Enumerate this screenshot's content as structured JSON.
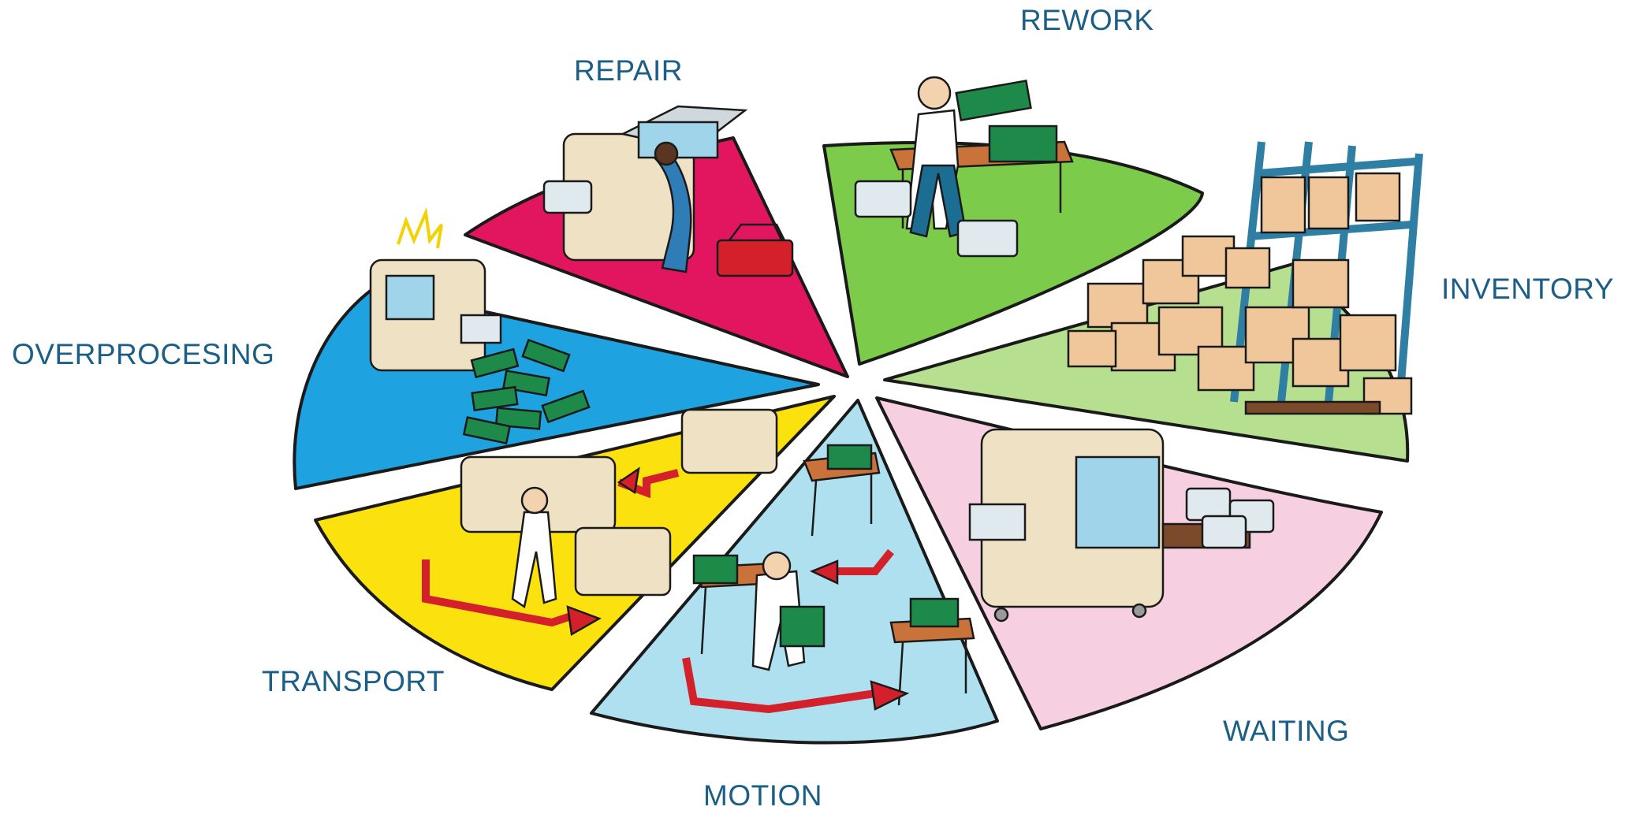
{
  "colors": {
    "label": "#1b5e86",
    "outline": "#1a1a1a",
    "repair": "#e2165e",
    "rework": "#7ccb4a",
    "inventory": "#b6e08f",
    "waiting": "#f6cfe0",
    "motion": "#aee0ef",
    "transport": "#fbe20f",
    "overprocessing": "#1fa3e0",
    "machine_body": "#efe1c3",
    "box": "#f0c79a",
    "pcb": "#1e8a4a",
    "arrow": "#d3202a",
    "table": "#c9733a",
    "rack": "#2e7fa3"
  },
  "wastes": [
    {
      "id": "rework",
      "label": "REWORK",
      "icon": "worker-at-table-icon"
    },
    {
      "id": "repair",
      "label": "REPAIR",
      "icon": "machine-repair-icon"
    },
    {
      "id": "inventory",
      "label": "INVENTORY",
      "icon": "stacked-boxes-rack-icon"
    },
    {
      "id": "overprocessing",
      "label": "OVERPROCESING",
      "icon": "machine-overproduction-icon"
    },
    {
      "id": "transport",
      "label": "TRANSPORT",
      "icon": "transport-arrows-icon"
    },
    {
      "id": "waiting",
      "label": "WAITING",
      "icon": "idle-machine-icon"
    },
    {
      "id": "motion",
      "label": "MOTION",
      "icon": "carrying-worker-icon"
    }
  ]
}
